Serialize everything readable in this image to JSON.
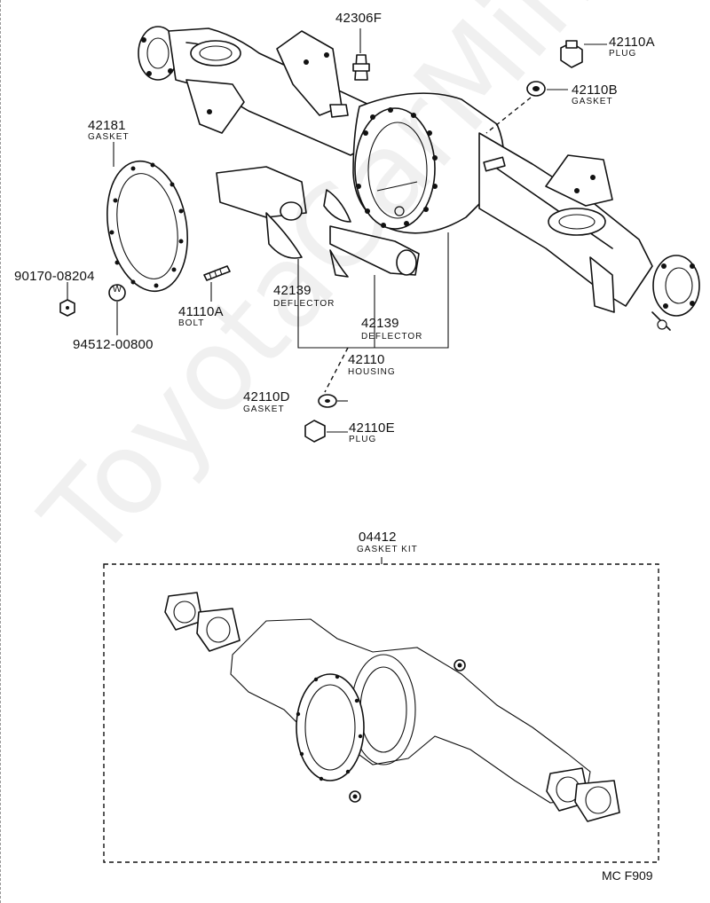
{
  "parts": [
    {
      "number": "42306F",
      "name": ""
    },
    {
      "number": "42110A",
      "name": "PLUG"
    },
    {
      "number": "42110B",
      "name": "GASKET"
    },
    {
      "number": "42181",
      "name": "GASKET"
    },
    {
      "number": "90170-08204",
      "name": ""
    },
    {
      "number": "94512-00800",
      "name": ""
    },
    {
      "number": "41110A",
      "name": "BOLT"
    },
    {
      "number": "42139",
      "name": "DEFLECTOR"
    },
    {
      "number": "42139",
      "name": "DEFLECTOR"
    },
    {
      "number": "42110",
      "name": "HOUSING"
    },
    {
      "number": "42110D",
      "name": "GASKET"
    },
    {
      "number": "42110E",
      "name": "PLUG"
    }
  ],
  "washer_mark": "W",
  "kit": {
    "number": "04412",
    "name": "GASKET KIT"
  },
  "figure_code": "MC F909",
  "watermark": "ToyotaCarMini.ru"
}
